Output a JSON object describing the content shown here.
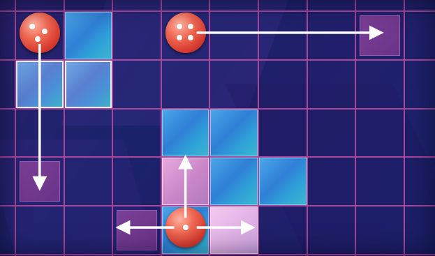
{
  "game": {
    "grid": {
      "columns": 9,
      "rows": 5
    },
    "colors": {
      "board": "#1c2468",
      "gridline": "#a8479c",
      "blue_tile": "#3a8fe0",
      "pink_tile": "#d79ad6",
      "target_tile": "#6a3388",
      "die": "#e0473a",
      "arrow": "#ffffff"
    },
    "dice": [
      {
        "name": "die-top-left",
        "col": 0,
        "row": 0,
        "pips": 3
      },
      {
        "name": "die-top-middle",
        "col": 3,
        "row": 0,
        "pips": 4
      },
      {
        "name": "die-bottom-center",
        "col": 3,
        "row": 4,
        "pips": 1
      }
    ],
    "tiles": [
      {
        "col": 1,
        "row": 0,
        "kind": "blue"
      },
      {
        "col": 0,
        "row": 1,
        "kind": "blue-light"
      },
      {
        "col": 1,
        "row": 1,
        "kind": "blue-light"
      },
      {
        "col": 3,
        "row": 2,
        "kind": "blue"
      },
      {
        "col": 4,
        "row": 2,
        "kind": "blue"
      },
      {
        "col": 3,
        "row": 3,
        "kind": "pink"
      },
      {
        "col": 4,
        "row": 3,
        "kind": "blue"
      },
      {
        "col": 5,
        "row": 3,
        "kind": "blue"
      },
      {
        "col": 3,
        "row": 4,
        "kind": "blue"
      },
      {
        "col": 4,
        "row": 4,
        "kind": "pinklight"
      },
      {
        "col": 2,
        "row": 4,
        "kind": "target"
      },
      {
        "col": 0,
        "row": 3,
        "kind": "target"
      },
      {
        "col": 7,
        "row": 0,
        "kind": "target"
      }
    ],
    "moves": [
      {
        "name": "arrow-right",
        "direction": "right",
        "from": [
          3,
          0
        ],
        "to": [
          7,
          0
        ]
      },
      {
        "name": "arrow-down",
        "direction": "down",
        "from": [
          0,
          0
        ],
        "to": [
          0,
          3
        ]
      },
      {
        "name": "arrow-up",
        "direction": "up",
        "from": [
          3,
          4
        ],
        "to": [
          3,
          3
        ]
      },
      {
        "name": "arrow-left",
        "direction": "left",
        "from": [
          3,
          4
        ],
        "to": [
          2,
          4
        ]
      },
      {
        "name": "arrow-right-small",
        "direction": "right",
        "from": [
          3,
          4
        ],
        "to": [
          4,
          4
        ]
      }
    ]
  }
}
